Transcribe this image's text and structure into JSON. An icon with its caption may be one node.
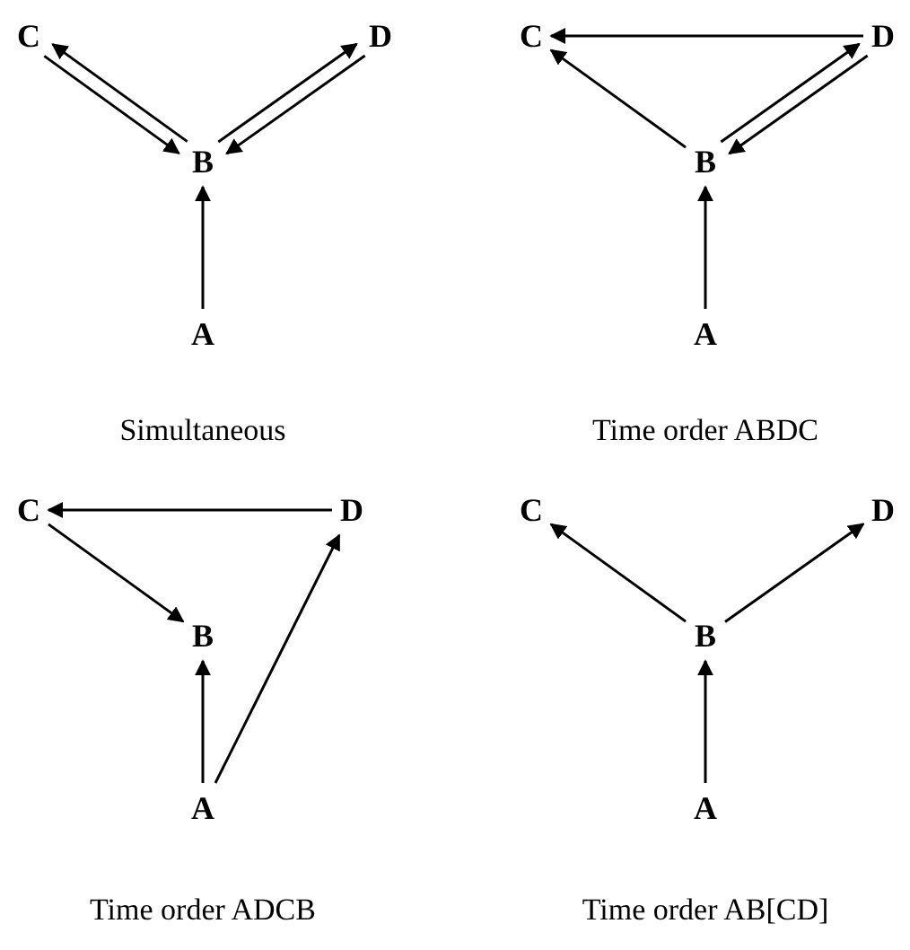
{
  "diagram": {
    "nodes": [
      {
        "text": [
          "C"
        ]
      },
      {
        "text": [
          "D"
        ]
      },
      {
        "text": [
          "B"
        ]
      },
      {
        "text": [
          "A"
        ]
      },
      {
        "text": [
          "C"
        ]
      },
      {
        "text": [
          "D"
        ]
      },
      {
        "text": [
          "B"
        ]
      },
      {
        "text": [
          "A"
        ]
      },
      {
        "text": [
          "C"
        ]
      },
      {
        "text": [
          "D"
        ]
      },
      {
        "text": [
          "B"
        ]
      },
      {
        "text": [
          "A"
        ]
      },
      {
        "text": [
          "C"
        ]
      },
      {
        "text": [
          "D"
        ]
      },
      {
        "text": [
          "B"
        ]
      },
      {
        "text": [
          "A"
        ]
      }
    ],
    "edges": [
      {
        "from": 2,
        "to": 0,
        "arrow": "to"
      },
      {
        "from": 0,
        "to": 2,
        "arrow": "to"
      },
      {
        "from": 2,
        "to": 1,
        "arrow": "to"
      },
      {
        "from": 1,
        "to": 2,
        "arrow": "to"
      },
      {
        "from": 3,
        "to": 2,
        "arrow": "to"
      },
      {
        "from": 5,
        "to": 4,
        "arrow": "to"
      },
      {
        "from": 6,
        "to": 4,
        "arrow": "to"
      },
      {
        "from": 6,
        "to": 5,
        "arrow": "to"
      },
      {
        "from": 5,
        "to": 6,
        "arrow": "to"
      },
      {
        "from": 7,
        "to": 6,
        "arrow": "to"
      },
      {
        "from": 9,
        "to": 8,
        "arrow": "to"
      },
      {
        "from": 8,
        "to": 10,
        "arrow": "to"
      },
      {
        "from": 11,
        "to": 10,
        "arrow": "to"
      },
      {
        "from": 11,
        "to": 9,
        "arrow": "to"
      },
      {
        "from": 15,
        "to": 14,
        "arrow": "to"
      },
      {
        "from": 14,
        "to": 12,
        "arrow": "to"
      },
      {
        "from": 14,
        "to": 13,
        "arrow": "to"
      }
    ],
    "labels": [
      "Simultaneous",
      "Time order ABDC",
      "Time order ADCB",
      "Time order AB[CD]"
    ]
  }
}
